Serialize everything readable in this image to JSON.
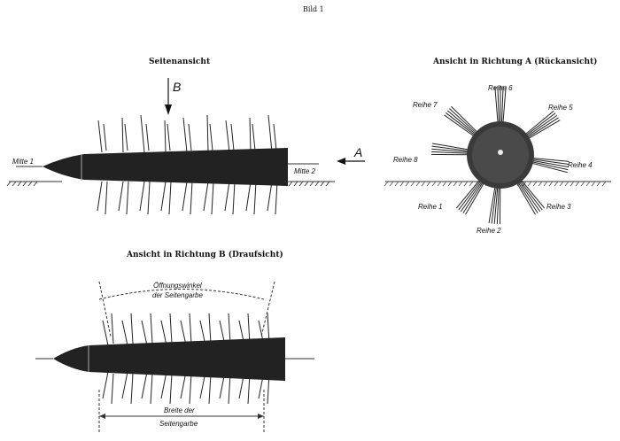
{
  "figure_title": "Bild 1",
  "side_view": {
    "title": "Seitenansicht",
    "arrow_b": "B",
    "arrow_a": "A",
    "center_front": "Mitte 1",
    "center_rear": "Mitte 2"
  },
  "rear_view": {
    "title": "Ansicht in Richtung A (Rückansicht)",
    "rows": [
      "Reihe 1",
      "Reihe 2",
      "Reihe 3",
      "Reihe 4",
      "Reihe 5",
      "Reihe 6",
      "Reihe 7",
      "Reihe 8"
    ]
  },
  "top_view": {
    "title": "Ansicht in Richtung B (Draufsicht)",
    "angle_label_1": "Öffnungswinkel",
    "angle_label_2": "der Seitengarbe",
    "width_label_1": "Breite der",
    "width_label_2": "Seitengarbe"
  }
}
